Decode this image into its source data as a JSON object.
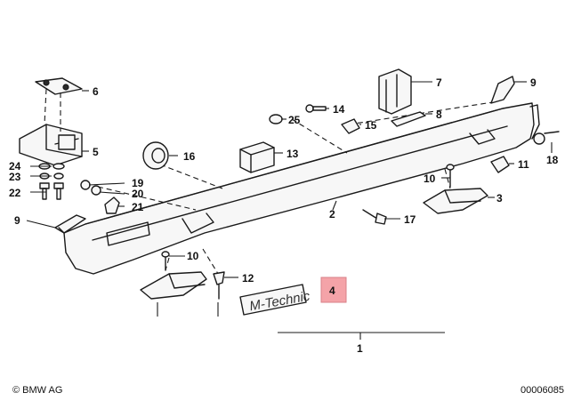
{
  "labels": {
    "p1": "1",
    "p2": "2",
    "p3": "3",
    "p4": "4",
    "p5": "5",
    "p6": "6",
    "p7": "7",
    "p8": "8",
    "p9a": "9",
    "p9b": "9",
    "p10a": "10",
    "p10b": "10",
    "p11": "11",
    "p12": "12",
    "p13": "13",
    "p14": "14",
    "p15": "15",
    "p16": "16",
    "p17": "17",
    "p18": "18",
    "p19": "19",
    "p20": "20",
    "p21": "21",
    "p22": "22",
    "p23": "23",
    "p24": "24",
    "p25": "25"
  },
  "badge_text": "M-Technic",
  "highlight_color": "#f4a3a8",
  "footer": {
    "copyright": "© BMW AG",
    "doc_number": "00006085"
  }
}
